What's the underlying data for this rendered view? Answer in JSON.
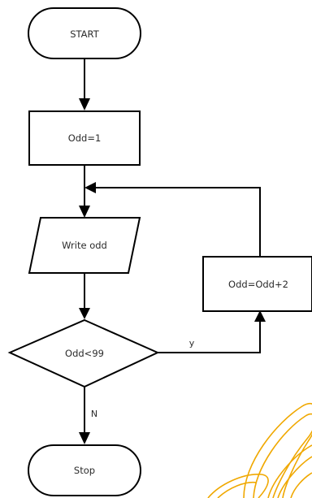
{
  "diagram": {
    "nodes": {
      "start": "START",
      "init": "Odd=1",
      "output": "Write odd",
      "decision": "Odd<99",
      "increment": "Odd=Odd+2",
      "stop": "Stop"
    },
    "edges": {
      "yes_label": "y",
      "no_label": "N"
    }
  }
}
